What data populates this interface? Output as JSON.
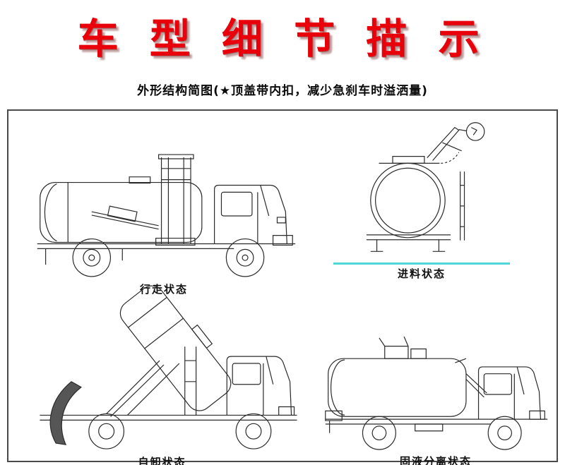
{
  "header": {
    "title": "车 型 细 节 描 示",
    "subtitle": "外形结构简图(★顶盖带内扣，减少急刹车时溢洒量)"
  },
  "panel": {
    "diagrams": [
      {
        "id": "driving",
        "label": "行走状态"
      },
      {
        "id": "feeding",
        "label": "进料状态"
      },
      {
        "id": "dumping",
        "label": "自卸状态"
      },
      {
        "id": "separating",
        "label": "固液分离状态"
      }
    ]
  },
  "colors": {
    "title_red": "#e8000b",
    "line_color": "#2b2b2b",
    "cyan_underline": "#4fd6d6",
    "panel_border": "#4a4a4a"
  }
}
